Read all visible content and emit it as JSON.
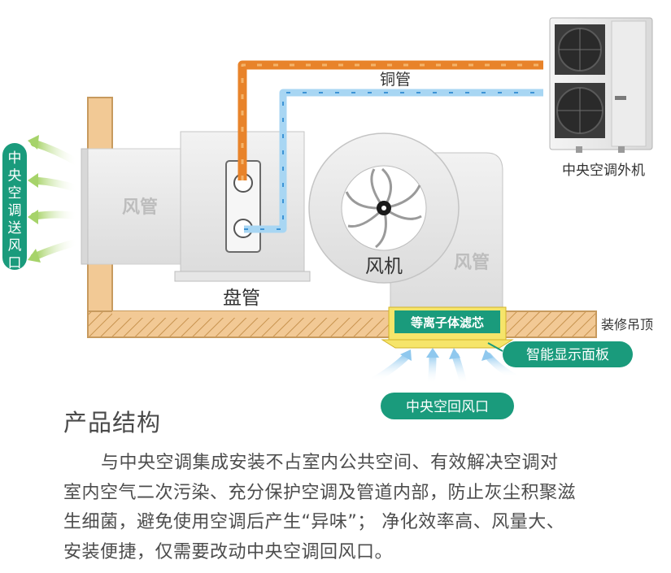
{
  "diagram": {
    "copper_pipe_label": "铜管",
    "outdoor_unit_label": "中央空调外机",
    "supply_outlet_label": "中央空调送风口",
    "duct_left_label": "风管",
    "duct_right_label": "风管",
    "fan_label": "风机",
    "coil_label": "盘管",
    "filter_label": "等离子体滤芯",
    "ceiling_label": "装修吊顶",
    "display_panel_label": "智能显示面板",
    "return_vent_label": "中央空回风口",
    "colors": {
      "hot_pipe": "#e8832a",
      "cold_pipe": "#9fd3f2",
      "teal_badge": "#1a9b7c",
      "ceiling": "#f2c995",
      "duct": "#e4e4e4"
    }
  },
  "section": {
    "title": "产品结构",
    "description": "与中央空调集成安装不占室内公共空间、有效解决空调对室内空气二次污染、充分保护空调及管道内部，防止灰尘积聚滋生细菌，避免使用空调后产生“异味”； 净化效率高、风量大、安装便捷，仅需要改动中央空调回风口。"
  }
}
